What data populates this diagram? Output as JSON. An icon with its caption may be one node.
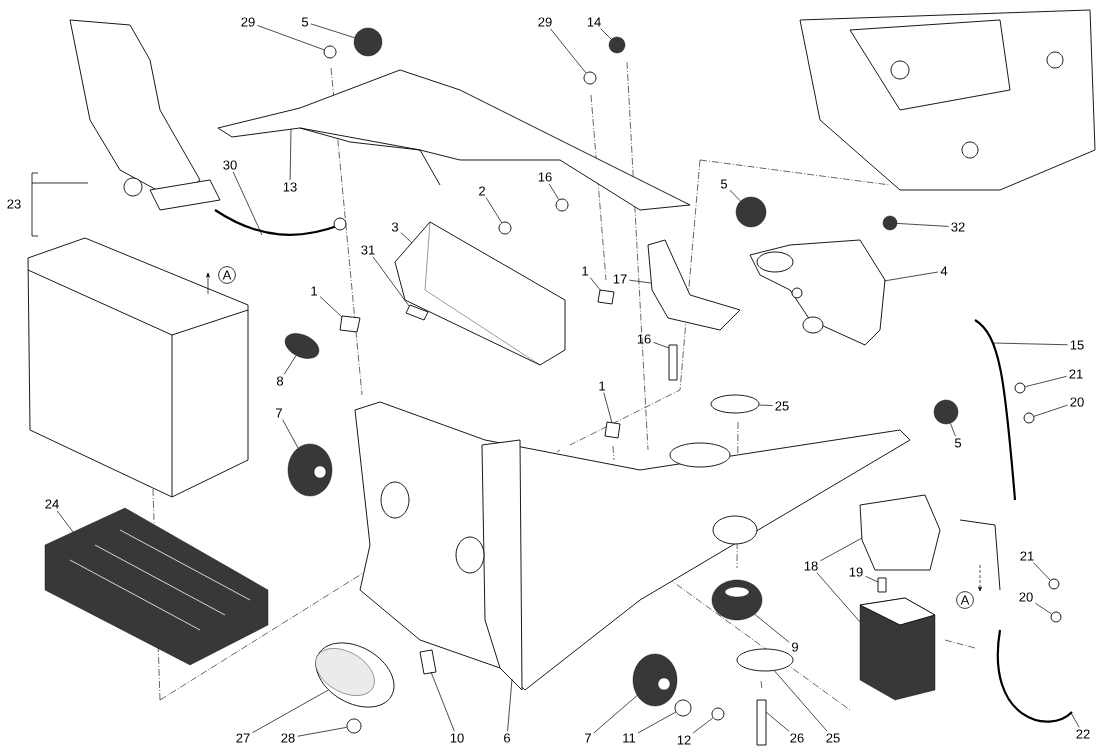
{
  "diagram": {
    "nodes": [
      {
        "text": [
          "29"
        ]
      },
      {
        "text": [
          "5"
        ]
      },
      {
        "text": [
          "29"
        ]
      },
      {
        "text": [
          "14"
        ]
      },
      {
        "text": [
          "16"
        ]
      },
      {
        "text": [
          "13"
        ]
      },
      {
        "text": [
          "2"
        ]
      },
      {
        "text": [
          "5"
        ]
      },
      {
        "text": [
          "23"
        ]
      },
      {
        "text": [
          "32"
        ]
      },
      {
        "text": [
          "3"
        ]
      },
      {
        "text": [
          "30"
        ]
      },
      {
        "text": [
          "31"
        ]
      },
      {
        "text": [
          "A"
        ]
      },
      {
        "text": [
          "4"
        ]
      },
      {
        "text": [
          "17"
        ]
      },
      {
        "text": [
          "1"
        ]
      },
      {
        "text": [
          "1"
        ]
      },
      {
        "text": [
          "16"
        ]
      },
      {
        "text": [
          "15"
        ]
      },
      {
        "text": [
          "8"
        ]
      },
      {
        "text": [
          "21"
        ]
      },
      {
        "text": [
          "1"
        ]
      },
      {
        "text": [
          "20"
        ]
      },
      {
        "text": [
          "25"
        ]
      },
      {
        "text": [
          "7"
        ]
      },
      {
        "text": [
          "5"
        ]
      },
      {
        "text": [
          "24"
        ]
      },
      {
        "text": [
          "18"
        ]
      },
      {
        "text": [
          "19"
        ]
      },
      {
        "text": [
          "21"
        ]
      },
      {
        "text": [
          "20"
        ]
      },
      {
        "text": [
          "A"
        ]
      },
      {
        "text": [
          "9"
        ]
      },
      {
        "text": [
          "27"
        ]
      },
      {
        "text": [
          "28"
        ]
      },
      {
        "text": [
          "10"
        ]
      },
      {
        "text": [
          "6"
        ]
      },
      {
        "text": [
          "7"
        ]
      },
      {
        "text": [
          "11"
        ]
      },
      {
        "text": [
          "12"
        ]
      },
      {
        "text": [
          "26"
        ]
      },
      {
        "text": [
          "25"
        ]
      },
      {
        "text": [
          "22"
        ]
      },
      {
        "text": [],
        "shape": "circle"
      },
      {
        "text": [],
        "shape": "circle"
      },
      {
        "text": [],
        "shape": "circle"
      },
      {
        "text": [],
        "shape": "circle"
      },
      {
        "text": [],
        "shape": "circle"
      },
      {
        "text": [],
        "shape": "picture"
      },
      {
        "text": [],
        "shape": "circle"
      },
      {
        "text": [],
        "shape": "circle"
      },
      {
        "text": [],
        "shape": "circle"
      },
      {
        "text": [],
        "shape": "picture"
      },
      {
        "text": [],
        "shape": "picture"
      },
      {
        "text": [],
        "shape": "box"
      },
      {
        "text": [],
        "shape": "picture"
      },
      {
        "text": [],
        "shape": "picture"
      },
      {
        "text": [],
        "shape": "box"
      },
      {
        "text": [],
        "shape": "box"
      },
      {
        "text": [],
        "shape": "box"
      },
      {
        "text": [],
        "shape": "picture"
      },
      {
        "text": [],
        "shape": "ellipse"
      },
      {
        "text": [],
        "shape": "circle"
      },
      {
        "text": [],
        "shape": "box"
      },
      {
        "text": [],
        "shape": "circle"
      },
      {
        "text": [],
        "shape": "ellipse"
      },
      {
        "text": [],
        "shape": "picture"
      },
      {
        "text": [],
        "shape": "circle"
      },
      {
        "text": [],
        "shape": "picture"
      },
      {
        "text": [],
        "shape": "picture"
      },
      {
        "text": [],
        "shape": "picture"
      },
      {
        "text": [],
        "shape": "box"
      },
      {
        "text": [],
        "shape": "circle"
      },
      {
        "text": [],
        "shape": "circle"
      },
      {
        "text": [],
        "shape": "picture"
      },
      {
        "text": [],
        "shape": "picture"
      },
      {
        "text": [],
        "shape": "circle"
      },
      {
        "text": [],
        "shape": "box"
      },
      {
        "text": [],
        "shape": "picture"
      },
      {
        "text": [],
        "shape": "picture"
      },
      {
        "text": [],
        "shape": "circle"
      },
      {
        "text": [],
        "shape": "circle"
      },
      {
        "text": [],
        "shape": "box"
      },
      {
        "text": [],
        "shape": "ellipse"
      },
      {
        "text": [],
        "shape": "picture"
      }
    ],
    "edges": [
      {
        "from": 0,
        "to": 44,
        "arrow": "none"
      },
      {
        "from": 1,
        "to": 45,
        "arrow": "none"
      },
      {
        "from": 2,
        "to": 46,
        "arrow": "none"
      },
      {
        "from": 3,
        "to": 47,
        "arrow": "none"
      },
      {
        "from": 4,
        "to": 48,
        "arrow": "none"
      },
      {
        "from": 5,
        "to": 49,
        "arrow": "none"
      },
      {
        "from": 6,
        "to": 50,
        "arrow": "none"
      },
      {
        "from": 7,
        "to": 51,
        "arrow": "none"
      },
      {
        "from": 9,
        "to": 52,
        "arrow": "none"
      },
      {
        "from": 10,
        "to": 53,
        "arrow": "none"
      },
      {
        "from": 11,
        "to": 54,
        "arrow": "none"
      },
      {
        "from": 12,
        "to": 55,
        "arrow": "none"
      },
      {
        "from": 14,
        "to": 56,
        "arrow": "none"
      },
      {
        "from": 15,
        "to": 57,
        "arrow": "none"
      },
      {
        "from": 16,
        "to": 58,
        "arrow": "none"
      },
      {
        "from": 17,
        "to": 59,
        "arrow": "none"
      },
      {
        "from": 18,
        "to": 60,
        "arrow": "none"
      },
      {
        "from": 19,
        "to": 61,
        "arrow": "none"
      },
      {
        "from": 20,
        "to": 62,
        "arrow": "none"
      },
      {
        "from": 21,
        "to": 63,
        "arrow": "none"
      },
      {
        "from": 22,
        "to": 64,
        "arrow": "none"
      },
      {
        "from": 23,
        "to": 65,
        "arrow": "none"
      },
      {
        "from": 24,
        "to": 66,
        "arrow": "none"
      },
      {
        "from": 25,
        "to": 67,
        "arrow": "none"
      },
      {
        "from": 26,
        "to": 68,
        "arrow": "none"
      },
      {
        "from": 27,
        "to": 69,
        "arrow": "none"
      },
      {
        "from": 28,
        "to": 70,
        "arrow": "none"
      },
      {
        "from": 28,
        "to": 71,
        "arrow": "none"
      },
      {
        "from": 29,
        "to": 72,
        "arrow": "none"
      },
      {
        "from": 30,
        "to": 73,
        "arrow": "none"
      },
      {
        "from": 31,
        "to": 74,
        "arrow": "none"
      },
      {
        "from": 33,
        "to": 75,
        "arrow": "none"
      },
      {
        "from": 34,
        "to": 76,
        "arrow": "none"
      },
      {
        "from": 35,
        "to": 77,
        "arrow": "none"
      },
      {
        "from": 36,
        "to": 78,
        "arrow": "none"
      },
      {
        "from": 37,
        "to": 79,
        "arrow": "none"
      },
      {
        "from": 38,
        "to": 80,
        "arrow": "none"
      },
      {
        "from": 39,
        "to": 81,
        "arrow": "none"
      },
      {
        "from": 40,
        "to": 82,
        "arrow": "none"
      },
      {
        "from": 41,
        "to": 83,
        "arrow": "none"
      },
      {
        "from": 42,
        "to": 84,
        "arrow": "none"
      },
      {
        "from": 43,
        "to": 85,
        "arrow": "none"
      }
    ]
  }
}
